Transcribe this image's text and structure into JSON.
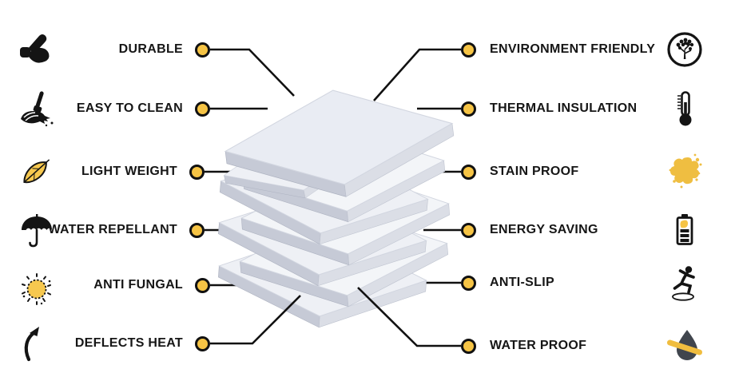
{
  "palette": {
    "accent": "#F6C445",
    "line": "#111111",
    "text": "#161616",
    "background": "#FFFFFF"
  },
  "center": {
    "alt": "Stack of white square tiles"
  },
  "features": {
    "left": [
      {
        "label": "DURABLE",
        "icon": "muscle-arm-icon"
      },
      {
        "label": "EASY TO CLEAN",
        "icon": "mop-icon"
      },
      {
        "label": "LIGHT WEIGHT",
        "icon": "feather-icon"
      },
      {
        "label": "WATER REPELLANT",
        "icon": "umbrella-icon"
      },
      {
        "label": "ANTI FUNGAL",
        "icon": "sun-icon"
      },
      {
        "label": "DEFLECTS HEAT",
        "icon": "curved-arrow-icon"
      }
    ],
    "right": [
      {
        "label": "ENVIRONMENT FRIENDLY",
        "icon": "tree-circle-icon"
      },
      {
        "label": "THERMAL INSULATION",
        "icon": "thermometer-icon"
      },
      {
        "label": "STAIN PROOF",
        "icon": "stain-splatter-icon"
      },
      {
        "label": "ENERGY SAVING",
        "icon": "eco-battery-icon"
      },
      {
        "label": "ANTI-SLIP",
        "icon": "slipping-person-icon"
      },
      {
        "label": "WATER PROOF",
        "icon": "no-water-drop-icon"
      }
    ]
  }
}
